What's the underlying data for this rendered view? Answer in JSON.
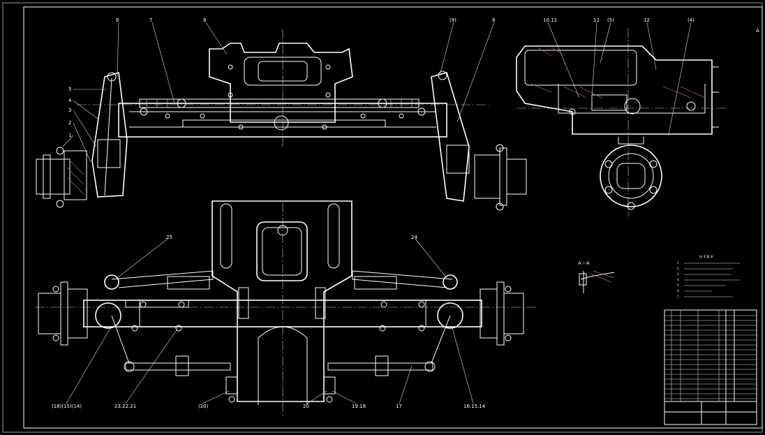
{
  "drawing": {
    "corner_mark": "A",
    "section_label": "A－A",
    "top_labels": [
      "6",
      "7",
      "8",
      "(9)",
      "8",
      "10.11",
      "12",
      "(5)",
      "12",
      "(4)"
    ],
    "left_labels": [
      "5",
      "4",
      "3",
      "2",
      "1"
    ],
    "bottom_labels": [
      "25",
      "24",
      "(18)(15)(14)",
      "23.22.21",
      "(20)",
      "20",
      "19.18",
      "17",
      "16.15.14"
    ],
    "notes_title": "技 术 要 求",
    "notes_lines": [
      "1.",
      "2.",
      "3.",
      "4.",
      "5.",
      "6.",
      "7."
    ]
  },
  "colors": {
    "background": "#000000",
    "lines": "#ffffff",
    "hatch": "#b06060"
  }
}
